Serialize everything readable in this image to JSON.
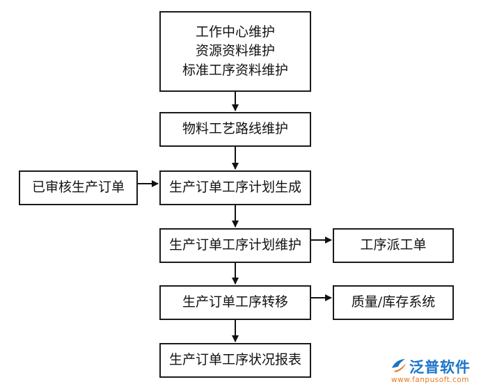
{
  "diagram": {
    "nodes": {
      "top": {
        "lines": [
          "工作中心维护",
          "资源资料维护",
          "标准工序资料维护"
        ]
      },
      "routing": {
        "label": "物料工艺路线维护"
      },
      "plan_generate": {
        "label": "生产订单工序计划生成"
      },
      "plan_maintain": {
        "label": "生产订单工序计划维护"
      },
      "transfer": {
        "label": "生产订单工序转移"
      },
      "report": {
        "label": "生产订单工序状况报表"
      },
      "approved_orders": {
        "label": "已审核生产订单"
      },
      "dispatch": {
        "label": "工序派工单"
      },
      "quality_inventory": {
        "label": "质量/库存系统"
      }
    },
    "edges": [
      [
        "top",
        "routing"
      ],
      [
        "routing",
        "plan_generate"
      ],
      [
        "approved_orders",
        "plan_generate"
      ],
      [
        "plan_generate",
        "plan_maintain"
      ],
      [
        "plan_maintain",
        "dispatch"
      ],
      [
        "plan_maintain",
        "transfer"
      ],
      [
        "transfer",
        "quality_inventory"
      ],
      [
        "transfer",
        "report"
      ]
    ]
  },
  "watermark": {
    "brand": "泛普软件",
    "url": "www.fanpusoft.com",
    "logo_icon": "fanpu-logo-icon",
    "colors": {
      "brand": "#1a73c9",
      "url": "#e87722"
    }
  }
}
